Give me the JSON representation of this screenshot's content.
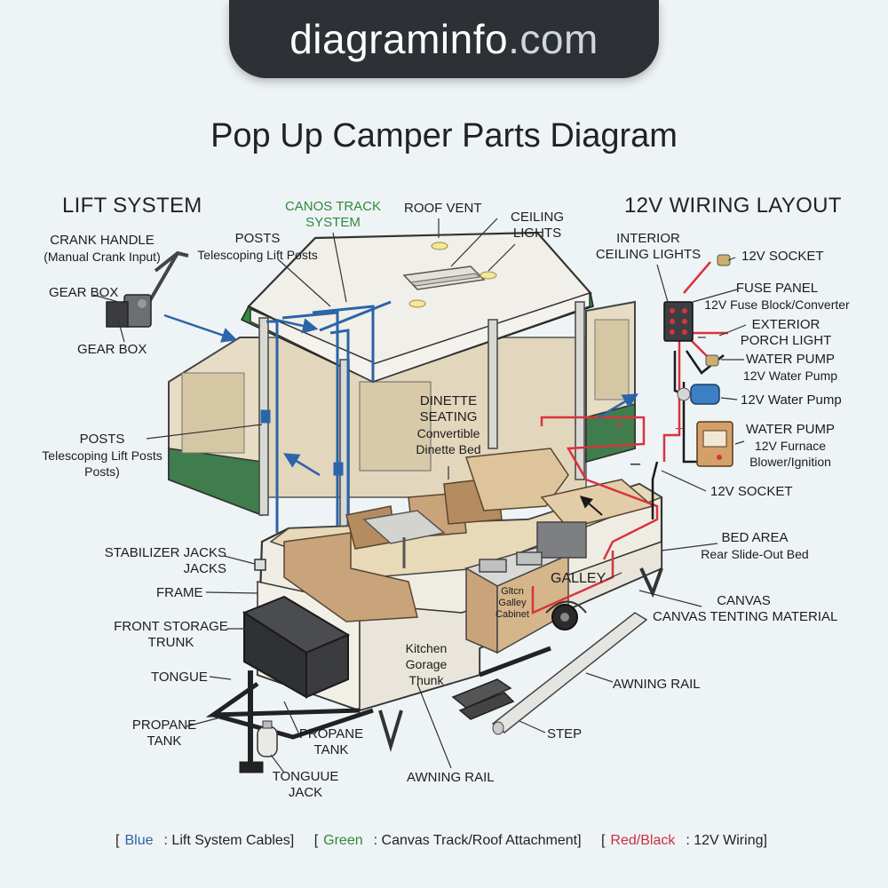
{
  "header": {
    "site_domain": "diagraminfo",
    "site_tld": ".com",
    "title": "Pop Up Camper Parts Diagram"
  },
  "sections": {
    "lift": "LIFT SYSTEM",
    "wiring": "12V WIRING LAYOUT"
  },
  "labels": {
    "crank_handle": "CRANK HANDLE",
    "crank_handle_sub": "(Manual Crank Input)",
    "gear_box_1": "GEAR BOX",
    "gear_box_2": "GEAR BOX",
    "posts_top": "POSTS",
    "posts_top_sub": "Telescoping Lift Posts",
    "posts_left": "POSTS",
    "posts_left_sub1": "Telescoping Lift Posts",
    "posts_left_sub2": "Posts)",
    "canvas_track_1": "CANOS TRACK",
    "canvas_track_2": "SYSTEM",
    "roof_vent": "ROOF VENT",
    "ceiling_lights_1": "CEILING",
    "ceiling_lights_2": "LIGHTS",
    "dinette_1": "DINETTE",
    "dinette_2": "SEATING",
    "dinette_sub1": "Convertible",
    "dinette_sub2": "Dinette Bed",
    "interior_lights_1": "INTERIOR",
    "interior_lights_2": "CEILING LIGHTS",
    "socket_top": "12V SOCKET",
    "fuse_panel": "FUSE PANEL",
    "fuse_panel_sub": "12V Fuse Block/Converter",
    "exterior_light_1": "EXTERIOR",
    "exterior_light_2": "PORCH LIGHT",
    "water_pump_1": "WATER PUMP",
    "water_pump_1_sub": "12V Water Pump",
    "water_pump_2": "12V Water Pump",
    "water_pump_3": "WATER PUMP",
    "water_pump_3_sub1": "12V Furnace",
    "water_pump_3_sub2": "Blower/Ignition",
    "socket_mid": "12V SOCKET",
    "bed_area": "BED AREA",
    "bed_area_sub": "Rear Slide-Out Bed",
    "galley": "GALLEY",
    "galley_cab_1": "Gltcn",
    "galley_cab_2": "Galley",
    "galley_cab_3": "Cabinet",
    "canvas": "CANVAS",
    "canvas_sub": "CANVAS TENTING MATERIAL",
    "awning_rail_right": "AWNING RAIL",
    "step": "STEP",
    "awning_rail_bottom": "AWNING RAIL",
    "kitchen_1": "Kitchen",
    "kitchen_2": "Gorage",
    "kitchen_3": "Thunk",
    "stabilizer_1": "STABILIZER JACKS",
    "stabilizer_2": "JACKS",
    "frame": "FRAME",
    "front_storage_1": "FRONT STORAGE",
    "front_storage_2": "TRUNK",
    "tongue": "TONGUE",
    "propane_left_1": "PROPANE",
    "propane_left_2": "TANK",
    "propane_right_1": "PROPANE",
    "propane_right_2": "TANK",
    "tongue_jack_1": "TONGUUE",
    "tongue_jack_2": "JACK"
  },
  "legend": {
    "blue_key": "Blue",
    "blue_text": ": Lift System Cables]",
    "green_key": "Green",
    "green_text": ": Canvas Track/Roof Attachment]",
    "red_key": "Red/Black",
    "red_text": ": 12V Wiring]"
  },
  "colors": {
    "lift_cables": "#2b64a8",
    "canvas_track": "#2f8a3a",
    "wiring_red": "#d8343c",
    "wiring_black": "#1a1a1a",
    "canvas": "#e7dcc4",
    "body": "#efece4",
    "banner": "#2d3136"
  }
}
